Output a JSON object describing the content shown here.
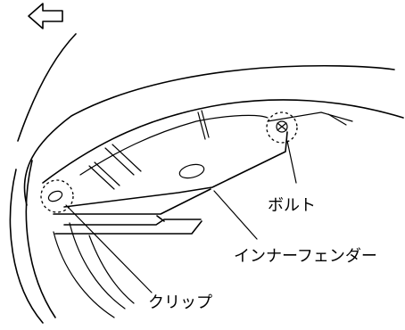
{
  "labels": {
    "bolt": "ボルト",
    "inner_fender": "インナーフェンダー",
    "clip": "クリップ"
  },
  "icons": {
    "direction": "arrow-left-icon"
  }
}
